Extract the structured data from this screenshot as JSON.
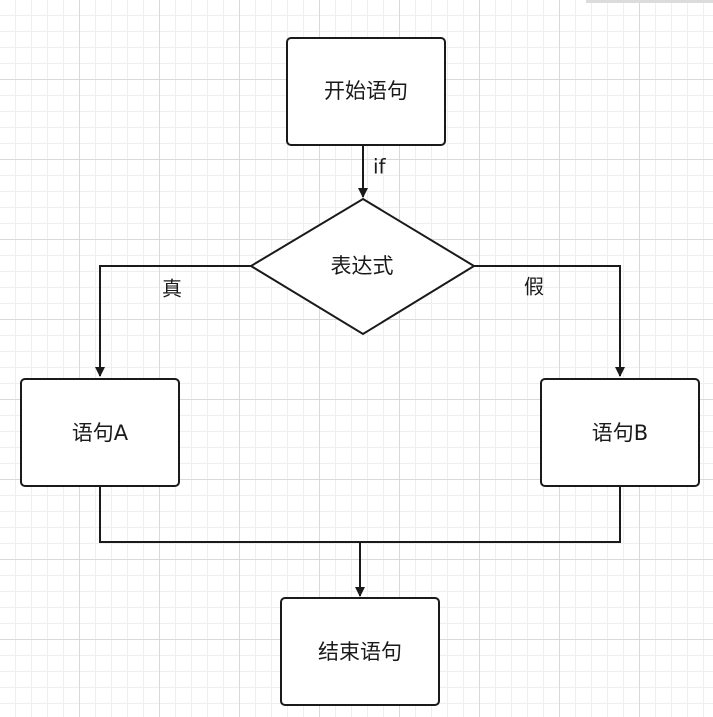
{
  "diagram": {
    "nodes": {
      "start": "开始语句",
      "condition": "表达式",
      "stmt_a": "语句A",
      "stmt_b": "语句B",
      "end": "结束语句"
    },
    "edge_labels": {
      "if": "if",
      "true": "真",
      "false": "假"
    }
  }
}
